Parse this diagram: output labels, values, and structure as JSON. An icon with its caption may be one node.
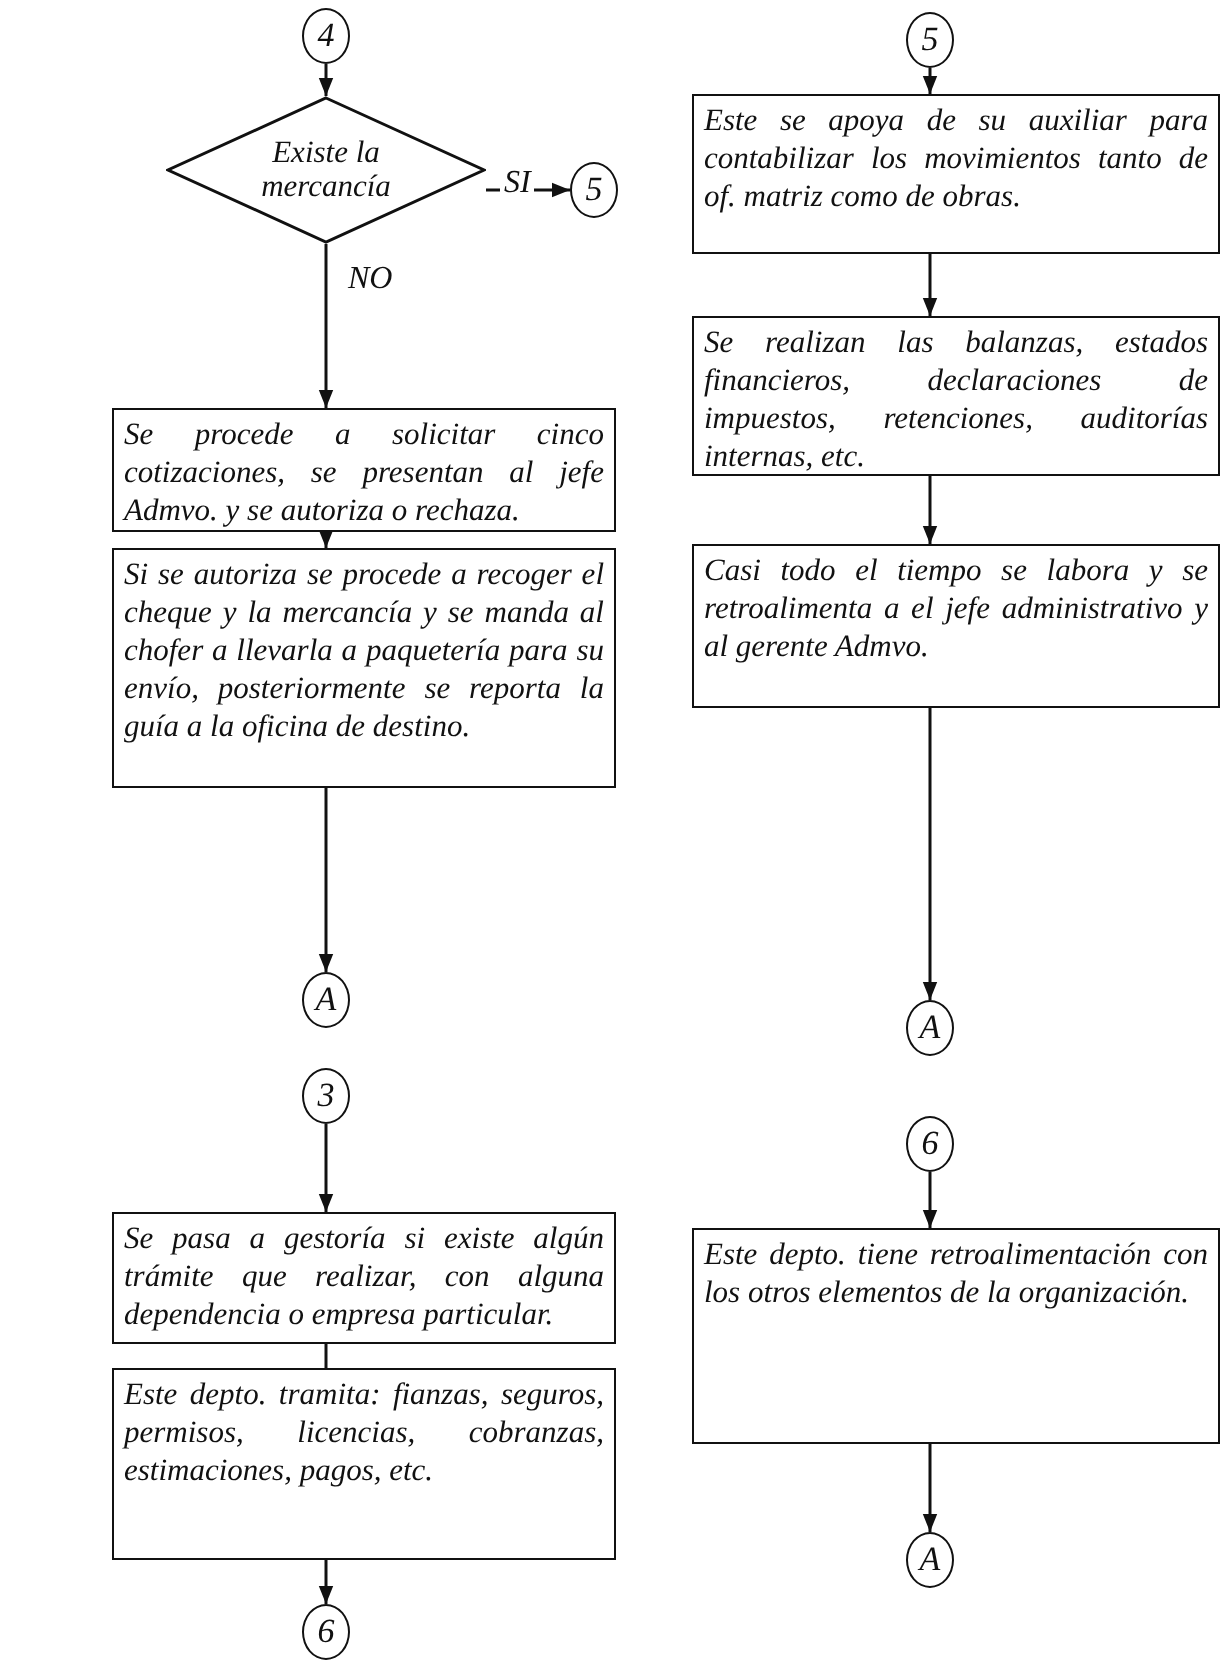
{
  "diagram": {
    "nodes": [
      {
        "text": [
          "4"
        ]
      },
      {
        "text": [
          "Existe la mercancía"
        ]
      },
      {
        "text": [
          "5"
        ]
      },
      {
        "text": [
          "Se procede a solicitar cinco cotizaciones, se presentan al jefe Admvo. y se autoriza o rechaza."
        ]
      },
      {
        "text": [
          "Si se autoriza se procede a recoger el cheque y la mercancía y se manda al chofer a llevarla a paquetería para su envío, posteriormente se reporta la guía a la oficina de destino."
        ]
      },
      {
        "text": [
          "A"
        ]
      },
      {
        "text": [
          "3"
        ]
      },
      {
        "text": [
          "Se pasa a gestoría si existe algún trámite que realizar, con alguna dependencia o empresa particular."
        ]
      },
      {
        "text": [
          "Este depto. tramita: fianzas, seguros, permisos, licencias, cobranzas, estimaciones, pagos, etc."
        ]
      },
      {
        "text": [
          "6"
        ]
      },
      {
        "text": [
          "5"
        ]
      },
      {
        "text": [
          "Este se apoya de su auxiliar para contabilizar los movimientos tanto de of. matriz como de obras."
        ]
      },
      {
        "text": [
          "Se realizan las balanzas, estados financieros, declaraciones de impuestos, retenciones, auditorías internas, etc."
        ]
      },
      {
        "text": [
          "Casi todo el tiempo se labora y se retroalimenta a el jefe administrativo y al gerente Admvo."
        ]
      },
      {
        "text": [
          "A"
        ]
      },
      {
        "text": [
          "6"
        ]
      },
      {
        "text": [
          "Este depto. tiene retroalimentación con los otros elementos de la organización."
        ]
      },
      {
        "text": [
          "A"
        ]
      }
    ],
    "edges": [
      {
        "from": 0,
        "to": 1,
        "arrow": "to"
      },
      {
        "from": 1,
        "to": 2,
        "arrow": "to",
        "label": "SI"
      },
      {
        "from": 1,
        "to": 3,
        "arrow": "to",
        "label": "NO"
      },
      {
        "from": 3,
        "to": 4,
        "arrow": "to"
      },
      {
        "from": 4,
        "to": 5,
        "arrow": "to"
      },
      {
        "from": 6,
        "to": 7,
        "arrow": "to"
      },
      {
        "from": 7,
        "to": 8,
        "arrow": "none"
      },
      {
        "from": 8,
        "to": 9,
        "arrow": "to"
      },
      {
        "from": 10,
        "to": 11,
        "arrow": "to"
      },
      {
        "from": 11,
        "to": 12,
        "arrow": "to"
      },
      {
        "from": 12,
        "to": 13,
        "arrow": "to"
      },
      {
        "from": 13,
        "to": 14,
        "arrow": "to"
      },
      {
        "from": 15,
        "to": 16,
        "arrow": "to"
      },
      {
        "from": 16,
        "to": 17,
        "arrow": "to"
      }
    ]
  }
}
